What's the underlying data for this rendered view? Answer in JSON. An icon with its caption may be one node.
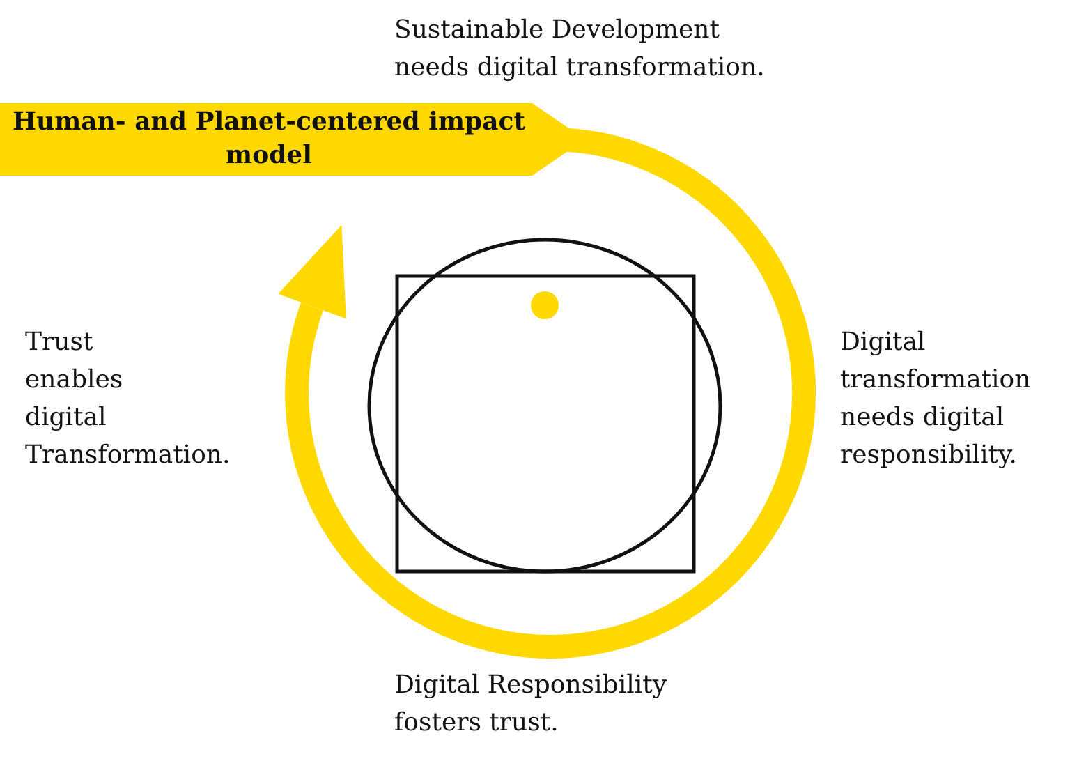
{
  "diagram": {
    "nodes": [
      {
        "text": [
          "Human- and Planet-centered impact model"
        ]
      }
    ],
    "labels": [
      "Sustainable Development needs digital transformation.",
      "Trust enables digital Transformation.",
      "Digital transformation needs digital responsibility.",
      "Digital Responsibility fosters trust."
    ]
  }
}
